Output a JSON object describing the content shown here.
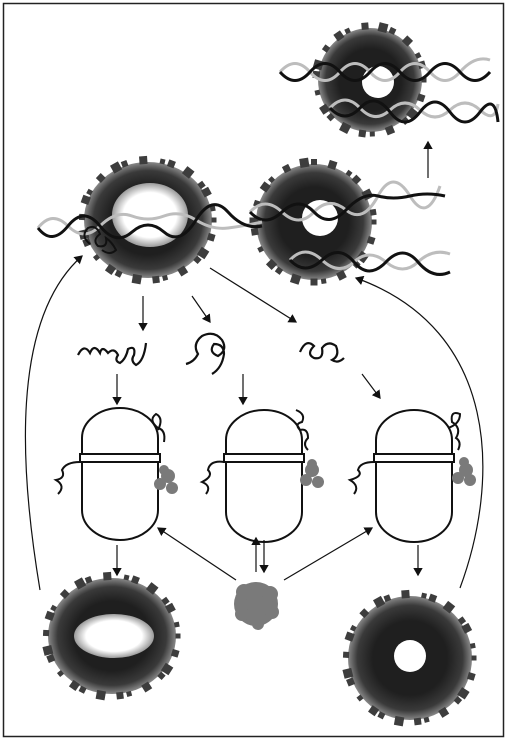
{
  "figure": {
    "kind": "schematic-illustration",
    "has_text": false,
    "style": "grayscale",
    "colors": {
      "background": "#ffffff",
      "ink": "#111111",
      "ring": "#2b2b2b",
      "ring_edge": "#6d6d6d",
      "dna_dark": "#111111",
      "dna_light": "#b9b9b9",
      "blob": "#7a7a7a"
    },
    "components": [
      "dna-double-helix",
      "toroidal-ring",
      "unfolded-polypeptide",
      "chaperonin-barrel",
      "co-chaperone-blob",
      "flow-arrow"
    ]
  }
}
